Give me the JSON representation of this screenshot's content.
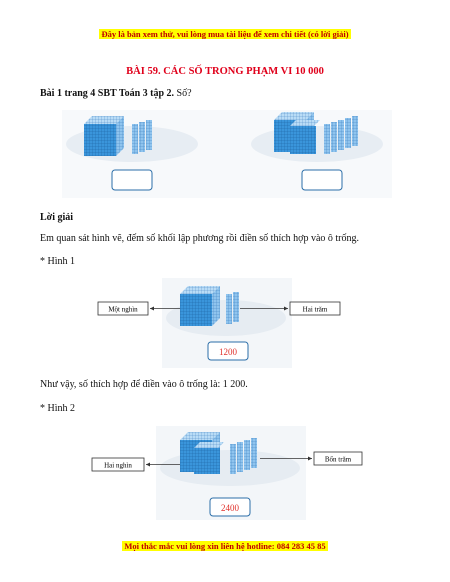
{
  "header_notice": "Đây là bản xem thử, vui lòng mua tài liệu để xem chi tiết (có lời giải)",
  "lesson_title": "BÀI 59. CÁC SỐ TRONG PHẠM VI 10 000",
  "exercise": {
    "label": "Bài 1 trang 4 SBT Toán 3 tập 2.",
    "prompt": "Số?"
  },
  "solution": {
    "heading": "Lời giải",
    "intro": "Em quan sát hình vẽ, đếm số khối lập phương rồi điền số thích hợp vào ô trống.",
    "figure1": {
      "label": "* Hình 1",
      "left_label": "Một nghìn",
      "right_label": "Hai trăm",
      "answer": "1200",
      "conclusion": "Như vậy, số thích hợp để điền vào ô trống là: 1 200."
    },
    "figure2": {
      "label": "* Hình 2",
      "left_label": "Hai nghìn",
      "right_label": "Bốn trăm",
      "answer": "2400"
    }
  },
  "footer_notice": "Mọi thắc mắc vui lòng xin liên hệ hotline: 084 283 45 85",
  "colors": {
    "accent_red": "#e0001b",
    "highlight": "#ffff00",
    "cube_blue": "#2f8fd8",
    "answer_red": "#e0302a"
  }
}
